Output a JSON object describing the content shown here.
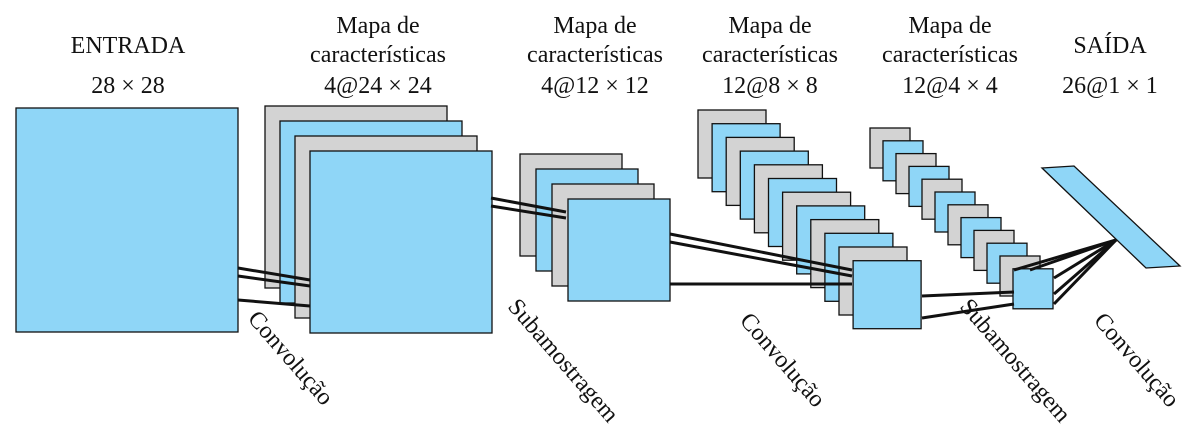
{
  "colors": {
    "map_fill": "#8fd6f7",
    "back_fill": "#d3d3d3",
    "stroke": "#111111",
    "background": "#ffffff"
  },
  "stages": [
    {
      "id": "input",
      "title": "ENTRADA",
      "dims": "28 × 28",
      "stack_count": 1
    },
    {
      "id": "c1",
      "title_line1": "Mapa de",
      "title_line2": "características",
      "dims": "4@24 × 24",
      "stack_count": 4
    },
    {
      "id": "s1",
      "title_line1": "Mapa de",
      "title_line2": "características",
      "dims": "4@12 × 12",
      "stack_count": 4
    },
    {
      "id": "c2",
      "title_line1": "Mapa de",
      "title_line2": "características",
      "dims": "12@8 × 8",
      "stack_count": 12
    },
    {
      "id": "s2",
      "title_line1": "Mapa de",
      "title_line2": "características",
      "dims": "12@4 × 4",
      "stack_count": 12
    },
    {
      "id": "output",
      "title": "SAÍDA",
      "dims": "26@1 × 1",
      "stack_count": 1
    }
  ],
  "operations": [
    {
      "label": "Convolução"
    },
    {
      "label": "Subamostragem"
    },
    {
      "label": "Convolução"
    },
    {
      "label": "Subamostragem"
    },
    {
      "label": "Convolução"
    }
  ]
}
